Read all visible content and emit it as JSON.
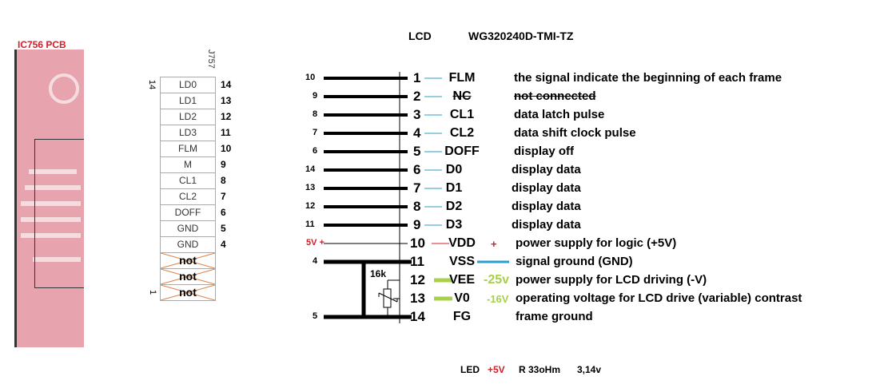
{
  "pcb": {
    "title": "IC756 PCB"
  },
  "connector": {
    "label": "J757",
    "end_top": "14",
    "end_bottom": "1",
    "rows": [
      {
        "name": "LD0",
        "num": "14"
      },
      {
        "name": "LD1",
        "num": "13"
      },
      {
        "name": "LD2",
        "num": "12"
      },
      {
        "name": "LD3",
        "num": "11"
      },
      {
        "name": "FLM",
        "num": "10"
      },
      {
        "name": "M",
        "num": "9"
      },
      {
        "name": "CL1",
        "num": "8"
      },
      {
        "name": "CL2",
        "num": "7"
      },
      {
        "name": "DOFF",
        "num": "6"
      },
      {
        "name": "GND",
        "num": "5"
      },
      {
        "name": "GND",
        "num": "4"
      },
      {
        "name": "not",
        "num": ""
      },
      {
        "name": "not",
        "num": ""
      },
      {
        "name": "not",
        "num": ""
      }
    ]
  },
  "lcd": {
    "title": "LCD",
    "model": "WG320240D-TMI-TZ",
    "pins": [
      {
        "left": "10",
        "pin": "1",
        "name": "FLM",
        "desc": "the signal indicate the beginning of each frame"
      },
      {
        "left": "9",
        "pin": "2",
        "name": "NC",
        "desc": "not connected",
        "strike": true
      },
      {
        "left": "8",
        "pin": "3",
        "name": "CL1",
        "desc": "data latch pulse"
      },
      {
        "left": "7",
        "pin": "4",
        "name": "CL2",
        "desc": "data shift clock pulse"
      },
      {
        "left": "6",
        "pin": "5",
        "name": "DOFF",
        "desc": "display off"
      },
      {
        "left": "14",
        "pin": "6",
        "name": "D0",
        "desc": "display data"
      },
      {
        "left": "13",
        "pin": "7",
        "name": "D1",
        "desc": "display data"
      },
      {
        "left": "12",
        "pin": "8",
        "name": "D2",
        "desc": "display data"
      },
      {
        "left": "11",
        "pin": "9",
        "name": "D3",
        "desc": "display data"
      },
      {
        "left": "5V +",
        "pin": "10",
        "name": "VDD",
        "desc": "power supply for logic (+5V)",
        "mark": "+"
      },
      {
        "left": "4",
        "pin": "11",
        "name": "VSS",
        "desc": "signal ground (GND)"
      },
      {
        "left": "",
        "pin": "12",
        "name": "VEE",
        "desc": "power supply for LCD driving (-V)",
        "mark": "-25v"
      },
      {
        "left": "",
        "pin": "13",
        "name": "V0",
        "desc": "operating voltage for LCD drive (variable) contrast",
        "mark": "-16V"
      },
      {
        "left": "5",
        "pin": "14",
        "name": "FG",
        "desc": "frame ground"
      }
    ],
    "resistor": "16k"
  },
  "footer": {
    "led": "LED",
    "v": "+5V",
    "r": "R  33oHm",
    "val": "3,14v"
  },
  "colors": {
    "red": "#d0202a",
    "teal": "#2a9fc8",
    "green": "#a8d048"
  }
}
